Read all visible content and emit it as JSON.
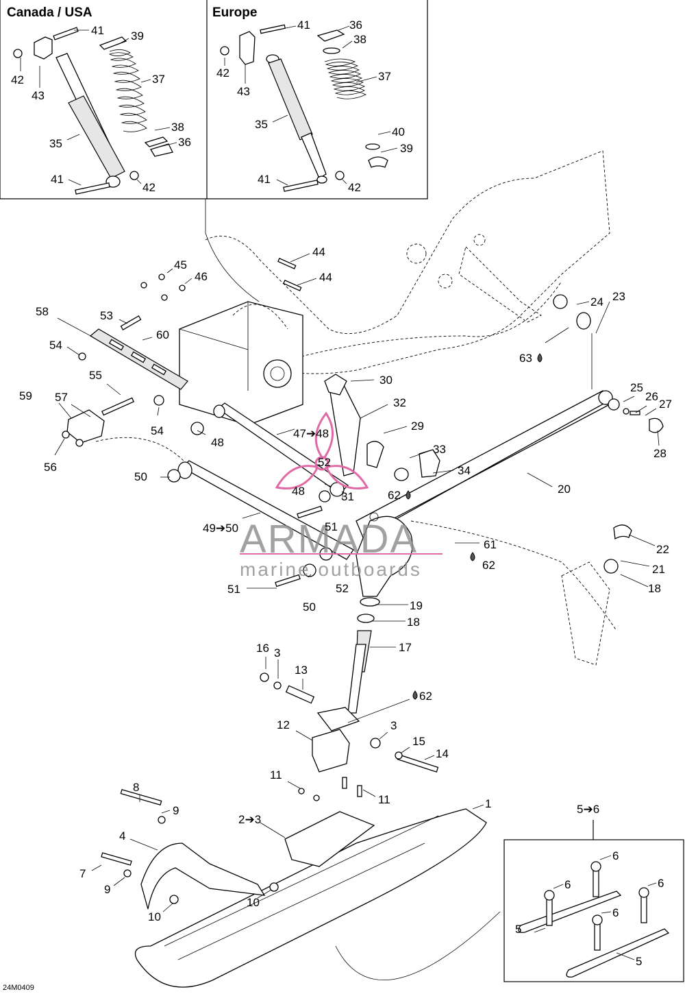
{
  "regions": {
    "canada_usa": "Canada / USA",
    "europe": "Europe",
    "kit_5_6": "5➔6"
  },
  "drawing_code": "24M0409",
  "watermark": {
    "brand": "ARMADA",
    "tagline": "marine outboards",
    "accent_color": "#e06aa6"
  },
  "callouts": {
    "c1": "1",
    "c2_3": "2➔3",
    "c3a": "3",
    "c3b": "3",
    "c4": "4",
    "c5a": "5",
    "c5b": "5",
    "c6a": "6",
    "c6b": "6",
    "c6c": "6",
    "c6d": "6",
    "c7": "7",
    "c8": "8",
    "c9a": "9",
    "c9b": "9",
    "c10a": "10",
    "c10b": "10",
    "c11a": "11",
    "c11b": "11",
    "c12": "12",
    "c13": "13",
    "c14": "14",
    "c15": "15",
    "c16": "16",
    "c17": "17",
    "c18a": "18",
    "c18b": "18",
    "c19": "19",
    "c20": "20",
    "c21": "21",
    "c22": "22",
    "c23": "23",
    "c24": "24",
    "c25": "25",
    "c26": "26",
    "c27": "27",
    "c28": "28",
    "c29": "29",
    "c30": "30",
    "c31": "31",
    "c32": "32",
    "c33": "33",
    "c34": "34",
    "c35a": "35",
    "c35b": "35",
    "c36a": "36",
    "c36b": "36",
    "c37a": "37",
    "c37b": "37",
    "c38a": "38",
    "c38b": "38",
    "c39a": "39",
    "c39b": "39",
    "c40": "40",
    "c41a": "41",
    "c41b": "41",
    "c41c": "41",
    "c41d": "41",
    "c42a": "42",
    "c42b": "42",
    "c42c": "42",
    "c42d": "42",
    "c43a": "43",
    "c43b": "43",
    "c44a": "44",
    "c44b": "44",
    "c45": "45",
    "c46": "46",
    "c47_48": "47➔48",
    "c48a": "48",
    "c48b": "48",
    "c49_50": "49➔50",
    "c50a": "50",
    "c50b": "50",
    "c51a": "51",
    "c51b": "51",
    "c52a": "52",
    "c52b": "52",
    "c53": "53",
    "c54a": "54",
    "c54b": "54",
    "c55": "55",
    "c56": "56",
    "c57": "57",
    "c58": "58",
    "c59": "59",
    "c60": "60",
    "c61": "61",
    "c62a": "62",
    "c62b": "62",
    "c62c": "62",
    "c63": "63"
  }
}
